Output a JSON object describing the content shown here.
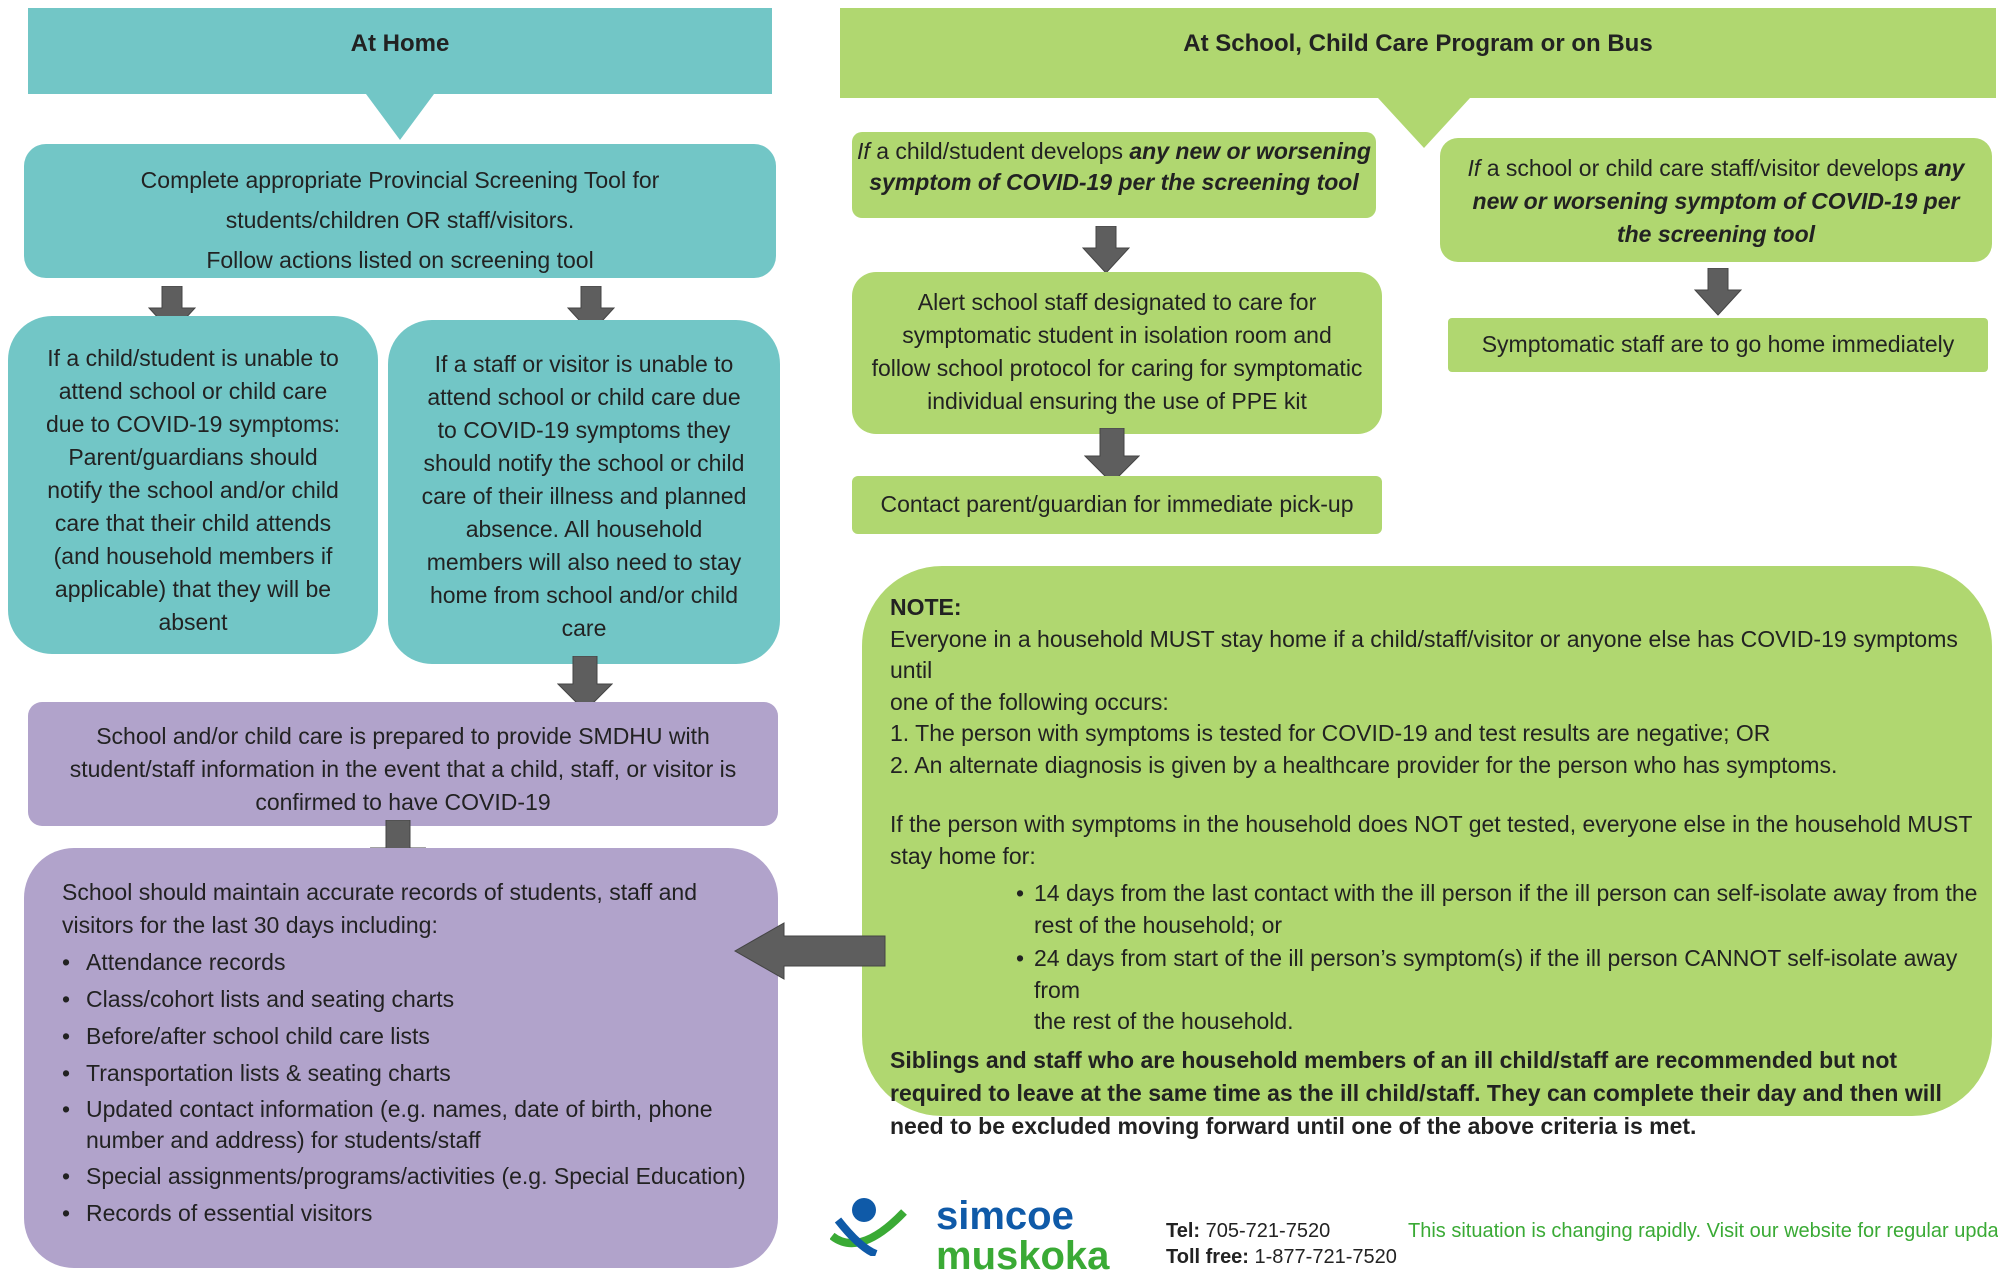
{
  "home": {
    "header": "At Home",
    "screening": [
      "Complete appropriate Provincial Screening Tool for",
      "students/children OR staff/visitors.",
      "Follow actions listed on screening tool"
    ],
    "child_absent": [
      "If a child/student is unable to",
      "attend school or child care",
      "due to COVID-19 symptoms:",
      "Parent/guardians should",
      "notify the school and/or child",
      "care that their child attends",
      "(and household members if",
      "applicable) that they will be",
      "absent"
    ],
    "staff_absent": [
      "If a staff or visitor is unable to",
      "attend school or child care due",
      "to COVID-19 symptoms they",
      "should notify the school or child",
      "care of their illness and planned",
      "absence.  All household",
      "members will also need to stay",
      "home from school and/or child",
      "care"
    ],
    "smdhu": [
      "School and/or child care is prepared to provide SMDHU with",
      "student/staff information in the event that a child, staff, or visitor is",
      "confirmed to have COVID-19"
    ],
    "records_intro": [
      "School should maintain accurate records of students, staff and",
      "visitors for the last 30 days including:"
    ],
    "records_items": [
      [
        "Attendance records"
      ],
      [
        "Class/cohort lists and seating charts"
      ],
      [
        "Before/after school child care lists"
      ],
      [
        "Transportation lists & seating charts"
      ],
      [
        "Updated contact information (e.g. names, date of birth, phone",
        "number and address) for students/staff"
      ],
      [
        "Special assignments/programs/activities  (e.g. Special Education)"
      ],
      [
        "Records of essential visitors"
      ]
    ]
  },
  "school": {
    "header": "At School, Child Care Program or on Bus",
    "child_symptom": {
      "if": "If",
      "rest": " a child/student develops ",
      "bold1": "any new or worsening",
      "bold2": "symptom of COVID-19 per the screening tool"
    },
    "staff_symptom": {
      "if": "If",
      "rest": " a school or child care staff/visitor develops ",
      "bold1": "any",
      "bold2": "new or worsening symptom of COVID-19 per",
      "bold3": "the screening tool"
    },
    "alert": [
      "Alert school staff designated to care for",
      "symptomatic student in isolation room and",
      "follow school protocol for caring for symptomatic",
      "individual ensuring the use of PPE kit"
    ],
    "contact": "Contact parent/guardian for immediate pick-up",
    "staff_home": "Symptomatic staff are to go home immediately"
  },
  "note": {
    "title": "NOTE:",
    "p1": [
      "Everyone in a household MUST stay home if a child/staff/visitor or anyone else has COVID-19 symptoms until",
      "one of the following occurs:"
    ],
    "p1_items": [
      "1. The person with symptoms is tested for COVID-19 and test results are negative; OR",
      "2. An alternate diagnosis is given by a healthcare provider for the person who has symptoms."
    ],
    "p2": [
      "If the person with symptoms in the household does NOT get tested, everyone else in the household MUST",
      "stay home for:"
    ],
    "bullets": [
      [
        "14 days from the last contact with the ill person if the ill person can self-isolate away from the",
        "rest of the household; or"
      ],
      [
        "24 days from start of the ill person’s symptom(s) if the ill person CANNOT self-isolate away from",
        "the rest of the household."
      ]
    ],
    "bold_para": [
      "Siblings and staff who are household members of an ill child/staff are recommended but not",
      "required to leave at the same time as the ill child/staff.   They can complete their day and then will",
      "need to be excluded moving forward until one of the above criteria is met."
    ]
  },
  "footer": {
    "logo_top": "simcoe",
    "logo_bottom": "muskoka",
    "tel_label": "Tel:",
    "tel_value": " 705-721-7520",
    "tollfree_label": "Toll free:",
    "tollfree_value": " 1-877-721-7520",
    "update_note": "This situation is changing rapidly. Visit our website for regular updates",
    "colors": {
      "logo_blue": "#0f5aa8",
      "logo_green": "#3aaa35",
      "note_green": "#3aaa35"
    }
  }
}
